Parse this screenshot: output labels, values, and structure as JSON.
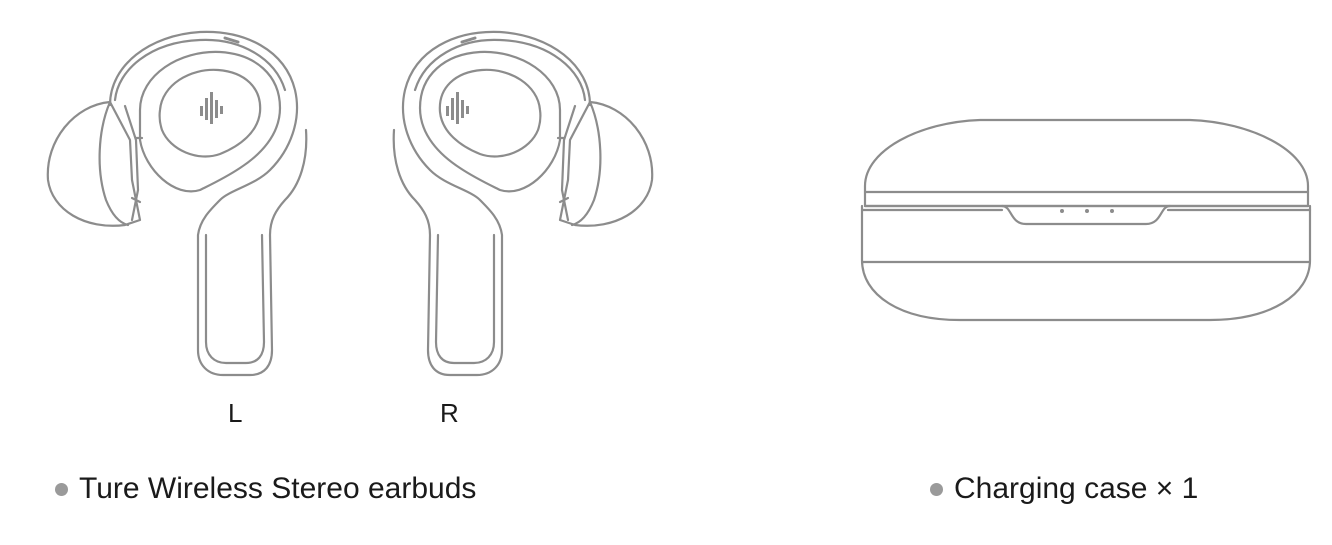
{
  "earbuds": {
    "left_label": "L",
    "right_label": "R",
    "caption": "Ture Wireless Stereo earbuds"
  },
  "charging_case": {
    "caption": "Charging case × 1"
  },
  "colors": {
    "line_art": "#8c8c8c",
    "bullet": "#9a9a9a",
    "text": "#1a1a1a"
  }
}
